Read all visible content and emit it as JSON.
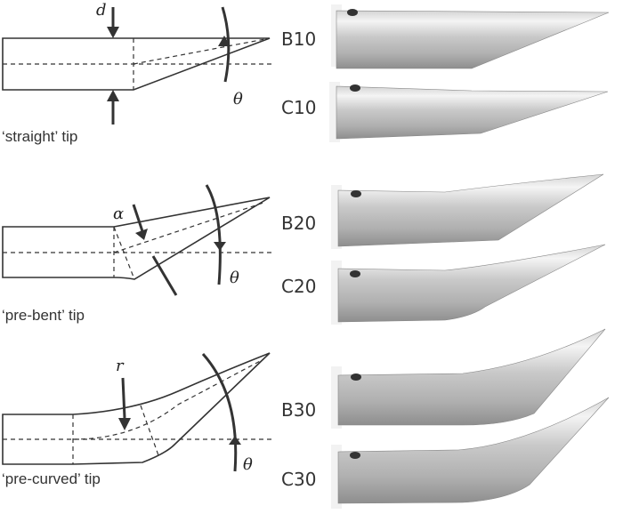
{
  "diagrams": {
    "straight": {
      "caption": "‘straight’ tip",
      "d_symbol": "d",
      "theta_symbol": "θ"
    },
    "prebent": {
      "caption": "‘pre-bent’ tip",
      "alpha_symbol": "α",
      "theta_symbol": "θ"
    },
    "precurved": {
      "caption": "‘pre-curved’ tip",
      "r_symbol": "r",
      "theta_symbol": "θ"
    }
  },
  "tips": {
    "b10": "B10",
    "c10": "C10",
    "b20": "B20",
    "c20": "C20",
    "b30": "B30",
    "c30": "C30"
  },
  "colors": {
    "line": "#333333",
    "metal_light": "#eeeeee",
    "metal_dark": "#9a9a9a"
  }
}
